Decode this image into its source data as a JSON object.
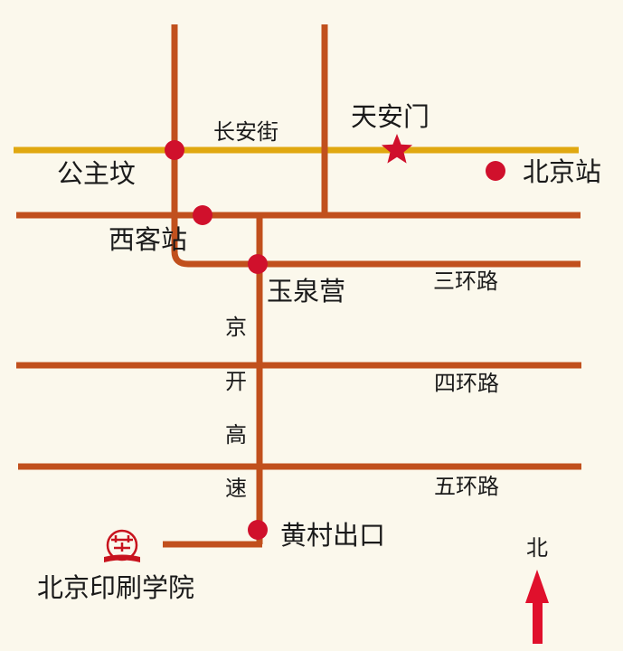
{
  "places": {
    "tiananmen": "天安门",
    "beijing_station": "北京站",
    "gongzhufen": "公主坟",
    "xikezhan": "西客站",
    "yuquanying": "玉泉营",
    "huangcun_exit": "黄村出口",
    "bigc": "北京印刷学院"
  },
  "roads": {
    "changan_street": "长安街",
    "ring3": "三环路",
    "ring4": "四环路",
    "ring5": "五环路",
    "jingkai_1": "京",
    "jingkai_2": "开",
    "jingkai_3": "高",
    "jingkai_4": "速"
  },
  "compass": {
    "north_label": "北"
  },
  "colors": {
    "road": "#c1501d",
    "changan": "#e0a810",
    "station_dot": "#d0102c",
    "star": "#d0102c",
    "arrow": "#e0102c",
    "logo": "#c8141e",
    "background": "#fbf8ec"
  },
  "icons": {
    "landmark": "star-icon",
    "station": "station-dot-icon",
    "school_logo": "school-logo-icon",
    "north": "north-arrow-icon"
  }
}
